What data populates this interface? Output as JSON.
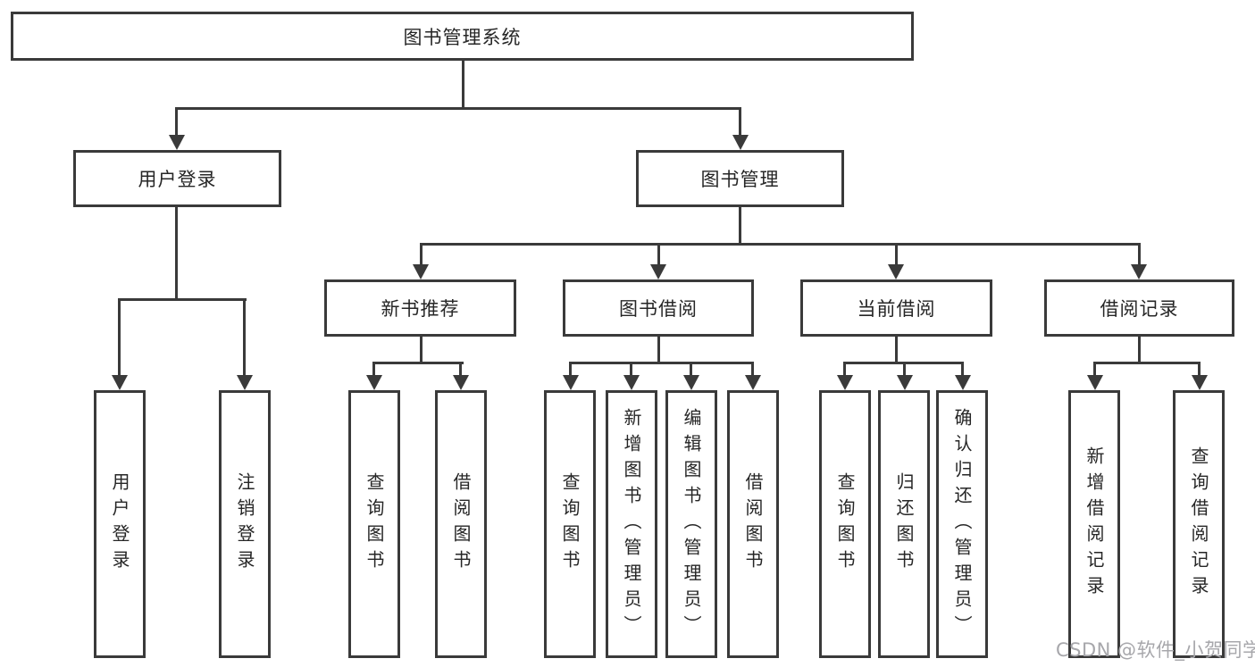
{
  "colors": {
    "line": "#3a3a3a",
    "text": "#262626",
    "watermark": "#a7a7ab",
    "background": "#ffffff"
  },
  "watermark": "CSDN @软件_小贺同学",
  "tree": {
    "label": "图书管理系统",
    "children": [
      {
        "label": "用户登录",
        "children": [
          {
            "label": "用户登录"
          },
          {
            "label": "注销登录"
          }
        ]
      },
      {
        "label": "图书管理",
        "children": [
          {
            "label": "新书推荐",
            "children": [
              {
                "label": "查询图书"
              },
              {
                "label": "借阅图书"
              }
            ]
          },
          {
            "label": "图书借阅",
            "children": [
              {
                "label": "查询图书"
              },
              {
                "label": "新增图书（管理员）"
              },
              {
                "label": "编辑图书（管理员）"
              },
              {
                "label": "借阅图书"
              }
            ]
          },
          {
            "label": "当前借阅",
            "children": [
              {
                "label": "查询图书"
              },
              {
                "label": "归还图书"
              },
              {
                "label": "确认归还（管理员）"
              }
            ]
          },
          {
            "label": "借阅记录",
            "children": [
              {
                "label": "新增借阅记录"
              },
              {
                "label": "查询借阅记录"
              }
            ]
          }
        ]
      }
    ]
  }
}
